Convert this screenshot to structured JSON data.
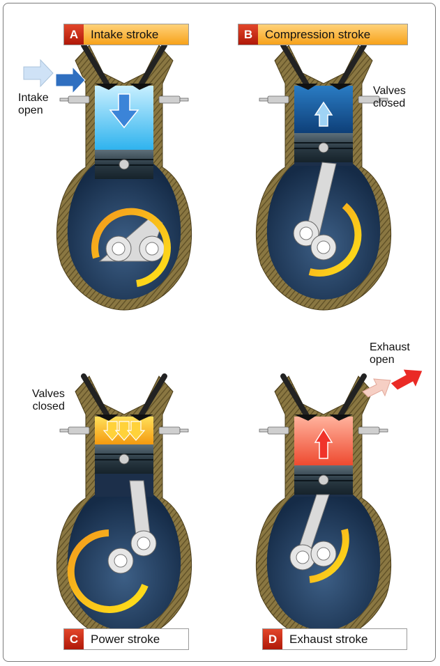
{
  "panels": {
    "a": {
      "letter": "A",
      "title": "Intake stroke"
    },
    "b": {
      "letter": "B",
      "title": "Compression stroke"
    },
    "c": {
      "letter": "C",
      "title": "Power stroke"
    },
    "d": {
      "letter": "D",
      "title": "Exhaust stroke"
    }
  },
  "notes": {
    "intake_open": "Intake\nopen",
    "valves_closed_b": "Valves\nclosed",
    "valves_closed_c": "Valves\nclosed",
    "exhaust_open": "Exhaust\nopen"
  },
  "colors": {
    "label_letter": "#c8260e",
    "label_orange": "#f9b13a",
    "intake_charge": "#7fd3f5",
    "compression_charge": "#1b5f9e",
    "power_charge": "#f7b20e",
    "exhaust_charge": "#f05a40",
    "casing": "#7a6a3a",
    "crankcase": "#1d3556"
  }
}
